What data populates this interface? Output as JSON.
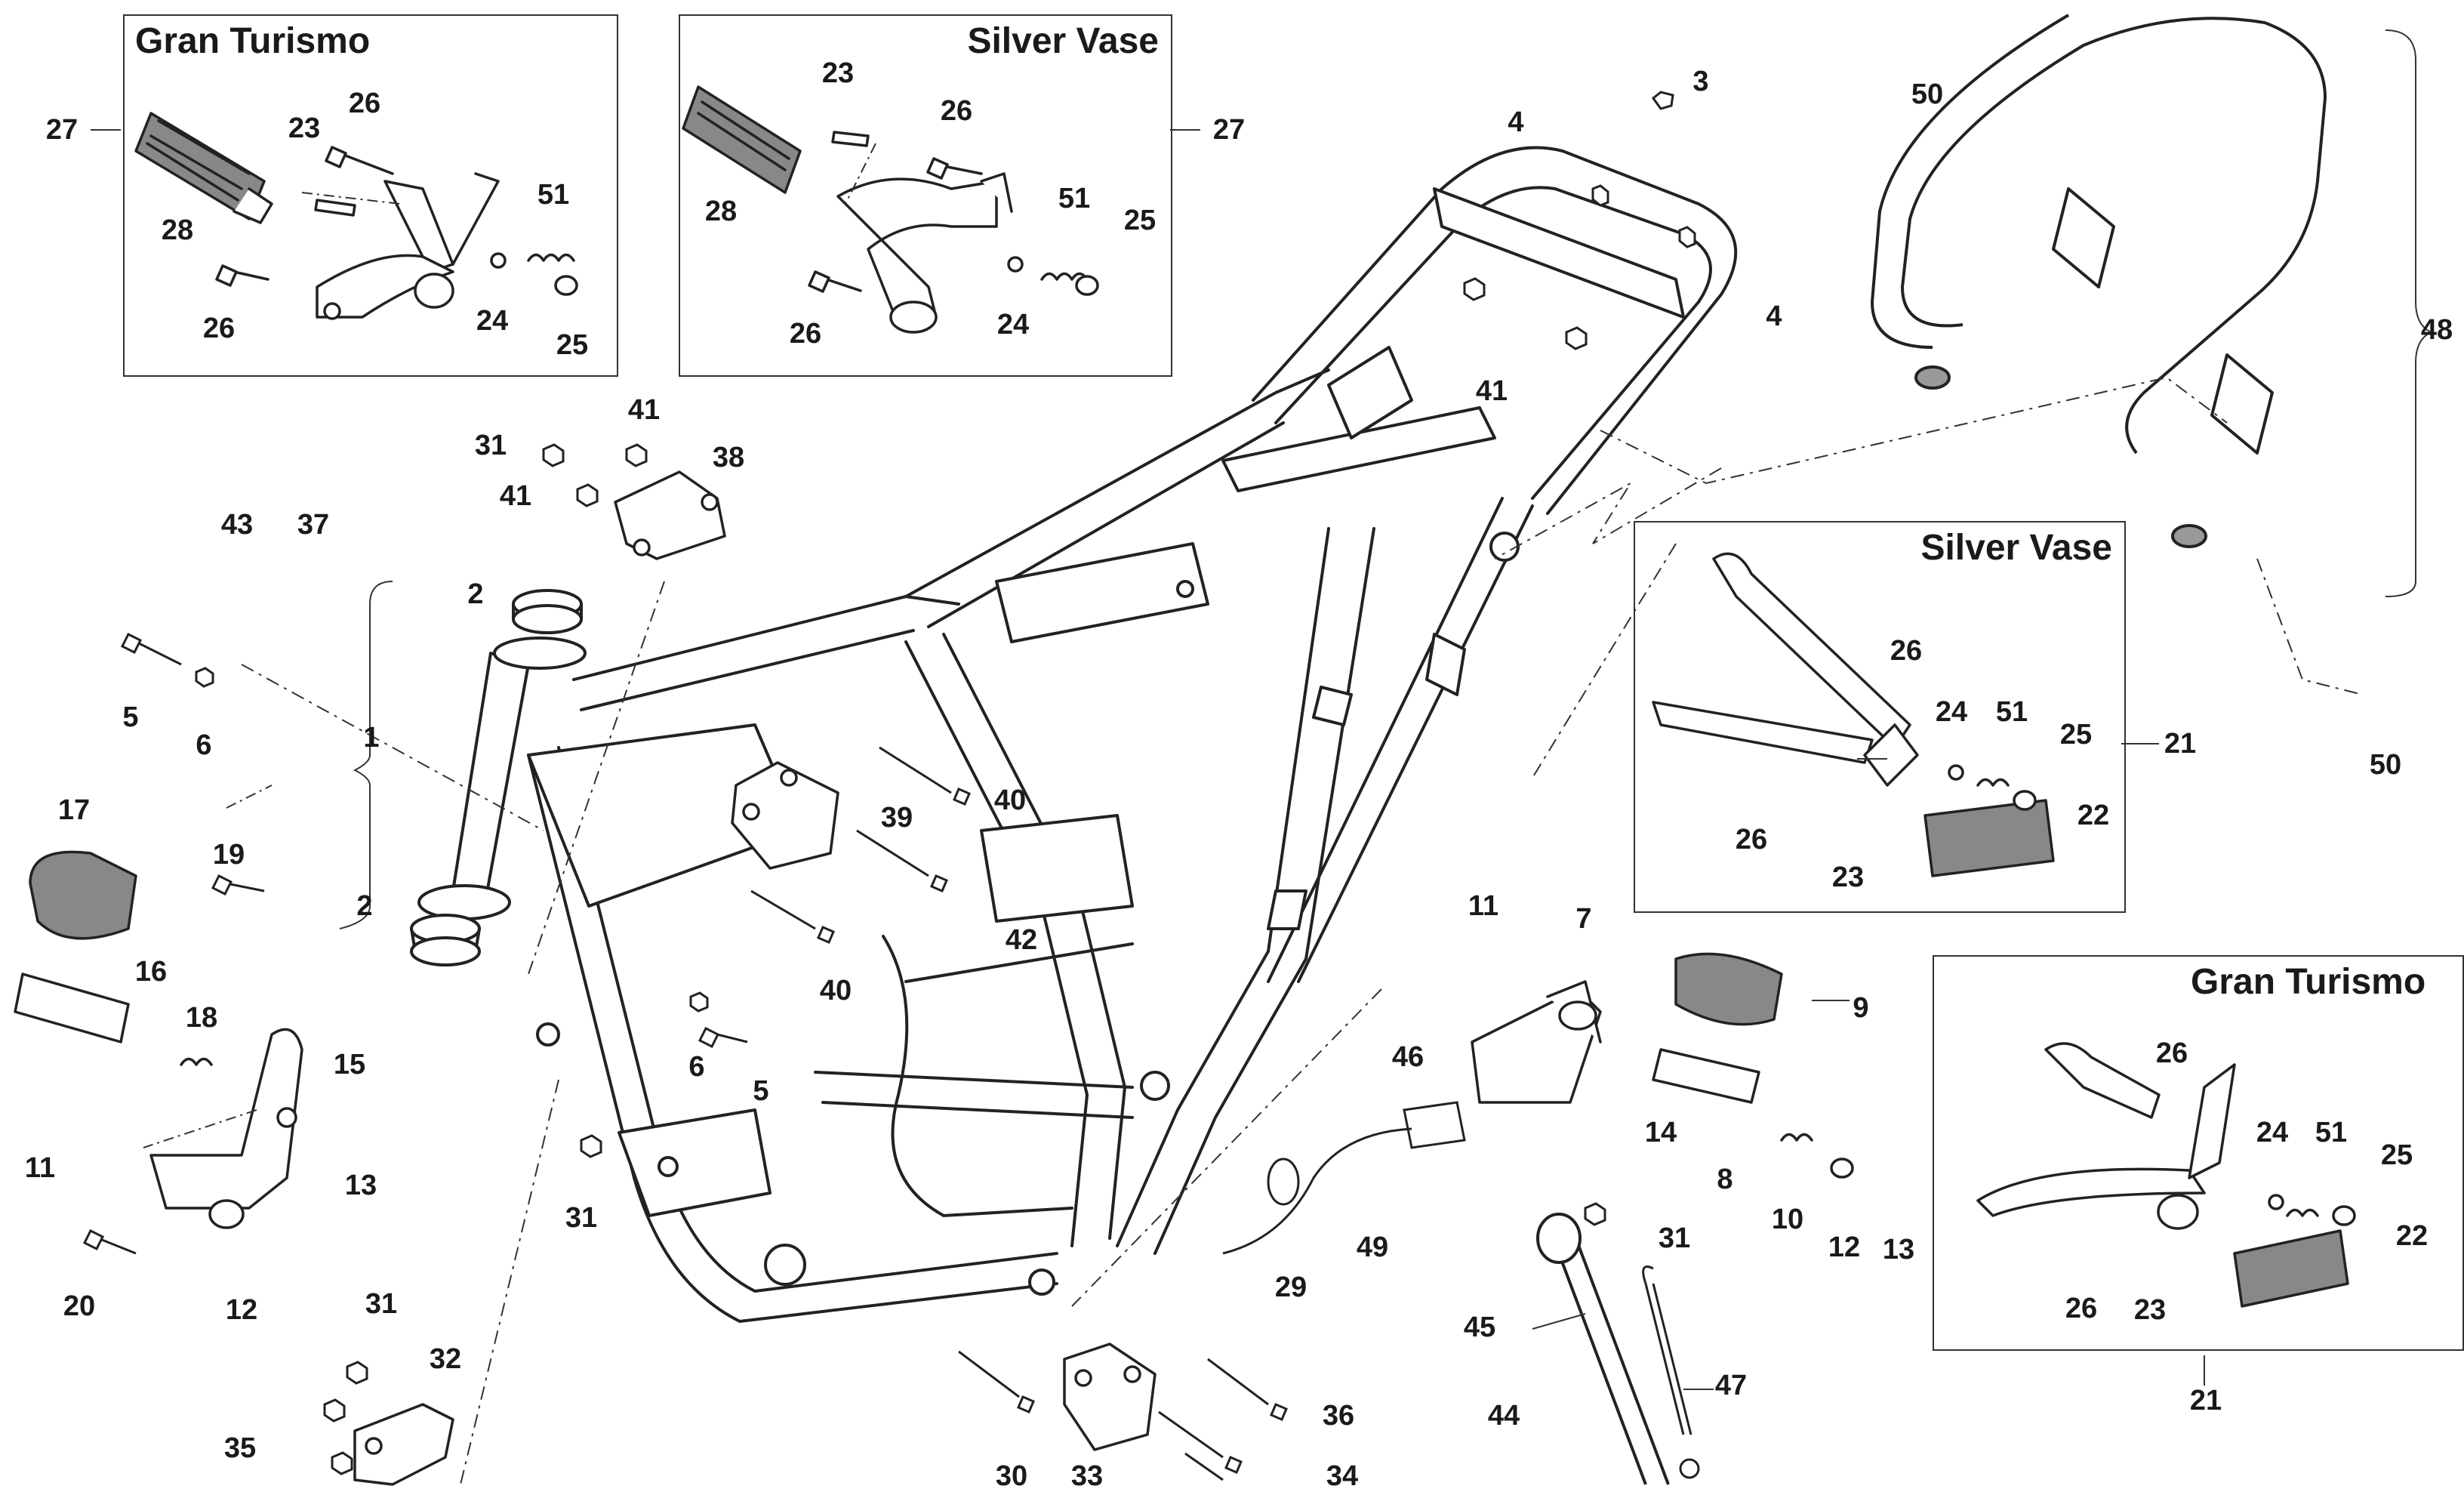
{
  "panels": {
    "gt_top": {
      "title": "Gran Turismo"
    },
    "sv_top": {
      "title": "Silver Vase"
    },
    "sv_right": {
      "title": "Silver Vase"
    },
    "gt_right": {
      "title": "Gran Turismo"
    }
  },
  "callouts": [
    {
      "id": "c-27-a",
      "label": "27"
    },
    {
      "id": "c-28-a",
      "label": "28"
    },
    {
      "id": "c-23-a",
      "label": "23"
    },
    {
      "id": "c-26-a",
      "label": "26"
    },
    {
      "id": "c-51-a",
      "label": "51"
    },
    {
      "id": "c-26-b",
      "label": "26"
    },
    {
      "id": "c-24-a",
      "label": "24"
    },
    {
      "id": "c-25-a",
      "label": "25"
    },
    {
      "id": "c-23-b",
      "label": "23"
    },
    {
      "id": "c-28-b",
      "label": "28"
    },
    {
      "id": "c-26-c",
      "label": "26"
    },
    {
      "id": "c-27-b",
      "label": "27"
    },
    {
      "id": "c-51-b",
      "label": "51"
    },
    {
      "id": "c-25-b",
      "label": "25"
    },
    {
      "id": "c-26-d",
      "label": "26"
    },
    {
      "id": "c-24-b",
      "label": "24"
    },
    {
      "id": "c-3",
      "label": "3"
    },
    {
      "id": "c-4-a",
      "label": "4"
    },
    {
      "id": "c-4-b",
      "label": "4"
    },
    {
      "id": "c-41-a",
      "label": "41"
    },
    {
      "id": "c-50-a",
      "label": "50"
    },
    {
      "id": "c-48",
      "label": "48"
    },
    {
      "id": "c-50-b",
      "label": "50"
    },
    {
      "id": "c-41-b",
      "label": "41"
    },
    {
      "id": "c-31-a",
      "label": "31"
    },
    {
      "id": "c-38",
      "label": "38"
    },
    {
      "id": "c-41-c",
      "label": "41"
    },
    {
      "id": "c-43",
      "label": "43"
    },
    {
      "id": "c-37",
      "label": "37"
    },
    {
      "id": "c-2-a",
      "label": "2"
    },
    {
      "id": "c-5-a",
      "label": "5"
    },
    {
      "id": "c-6-a",
      "label": "6"
    },
    {
      "id": "c-1",
      "label": "1"
    },
    {
      "id": "c-17",
      "label": "17"
    },
    {
      "id": "c-19",
      "label": "19"
    },
    {
      "id": "c-2-b",
      "label": "2"
    },
    {
      "id": "c-16",
      "label": "16"
    },
    {
      "id": "c-18",
      "label": "18"
    },
    {
      "id": "c-15",
      "label": "15"
    },
    {
      "id": "c-11-a",
      "label": "11"
    },
    {
      "id": "c-13-a",
      "label": "13"
    },
    {
      "id": "c-20",
      "label": "20"
    },
    {
      "id": "c-12-a",
      "label": "12"
    },
    {
      "id": "c-6-b",
      "label": "6"
    },
    {
      "id": "c-5-b",
      "label": "5"
    },
    {
      "id": "c-31-b",
      "label": "31"
    },
    {
      "id": "c-31-c",
      "label": "31"
    },
    {
      "id": "c-32",
      "label": "32"
    },
    {
      "id": "c-35",
      "label": "35"
    },
    {
      "id": "c-40-a",
      "label": "40"
    },
    {
      "id": "c-39",
      "label": "39"
    },
    {
      "id": "c-42",
      "label": "42"
    },
    {
      "id": "c-40-b",
      "label": "40"
    },
    {
      "id": "c-30",
      "label": "30"
    },
    {
      "id": "c-33",
      "label": "33"
    },
    {
      "id": "c-36",
      "label": "36"
    },
    {
      "id": "c-34",
      "label": "34"
    },
    {
      "id": "c-26-e",
      "label": "26"
    },
    {
      "id": "c-24-c",
      "label": "24"
    },
    {
      "id": "c-51-c",
      "label": "51"
    },
    {
      "id": "c-25-c",
      "label": "25"
    },
    {
      "id": "c-21-a",
      "label": "21"
    },
    {
      "id": "c-26-f",
      "label": "26"
    },
    {
      "id": "c-22-a",
      "label": "22"
    },
    {
      "id": "c-23-c",
      "label": "23"
    },
    {
      "id": "c-11-b",
      "label": "11"
    },
    {
      "id": "c-7",
      "label": "7"
    },
    {
      "id": "c-9",
      "label": "9"
    },
    {
      "id": "c-46",
      "label": "46"
    },
    {
      "id": "c-14",
      "label": "14"
    },
    {
      "id": "c-8",
      "label": "8"
    },
    {
      "id": "c-10",
      "label": "10"
    },
    {
      "id": "c-12-b",
      "label": "12"
    },
    {
      "id": "c-13-b",
      "label": "13"
    },
    {
      "id": "c-29",
      "label": "29"
    },
    {
      "id": "c-49",
      "label": "49"
    },
    {
      "id": "c-31-d",
      "label": "31"
    },
    {
      "id": "c-45",
      "label": "45"
    },
    {
      "id": "c-44",
      "label": "44"
    },
    {
      "id": "c-47",
      "label": "47"
    },
    {
      "id": "c-26-g",
      "label": "26"
    },
    {
      "id": "c-24-d",
      "label": "24"
    },
    {
      "id": "c-51-d",
      "label": "51"
    },
    {
      "id": "c-25-d",
      "label": "25"
    },
    {
      "id": "c-22-b",
      "label": "22"
    },
    {
      "id": "c-26-h",
      "label": "26"
    },
    {
      "id": "c-23-d",
      "label": "23"
    },
    {
      "id": "c-21-b",
      "label": "21"
    }
  ]
}
